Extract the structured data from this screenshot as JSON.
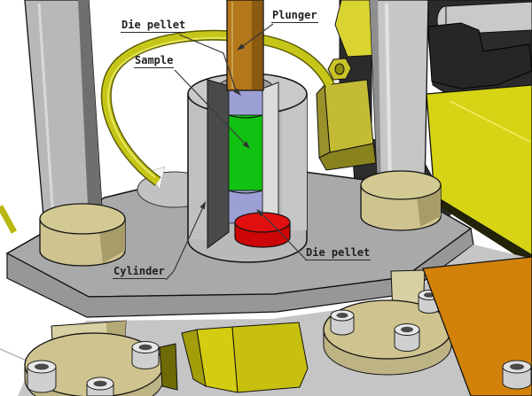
{
  "diagram": {
    "subject": "Pellet die press cutaway illustration",
    "labels": {
      "die_pellet_top": "Die pellet",
      "plunger": "Plunger",
      "sample": "Sample",
      "cylinder": "Cylinder",
      "die_pellet_bottom": "Die pellet"
    },
    "colors": {
      "sample_green": "#12c212",
      "die_pellet_purple": "#9da0d4",
      "die_pellet_red": "#cc0606",
      "plunger_orange": "#b5771b",
      "tube_yellow": "#c6c61a",
      "beam_yellow": "#d6d414",
      "bar_orange": "#d2820a",
      "collar_tan": "#cfc48f",
      "cylinder_gray": "#b9b9b9",
      "plate_gray": "#a9a9a9",
      "machinery_black": "#2b2b2b"
    }
  }
}
